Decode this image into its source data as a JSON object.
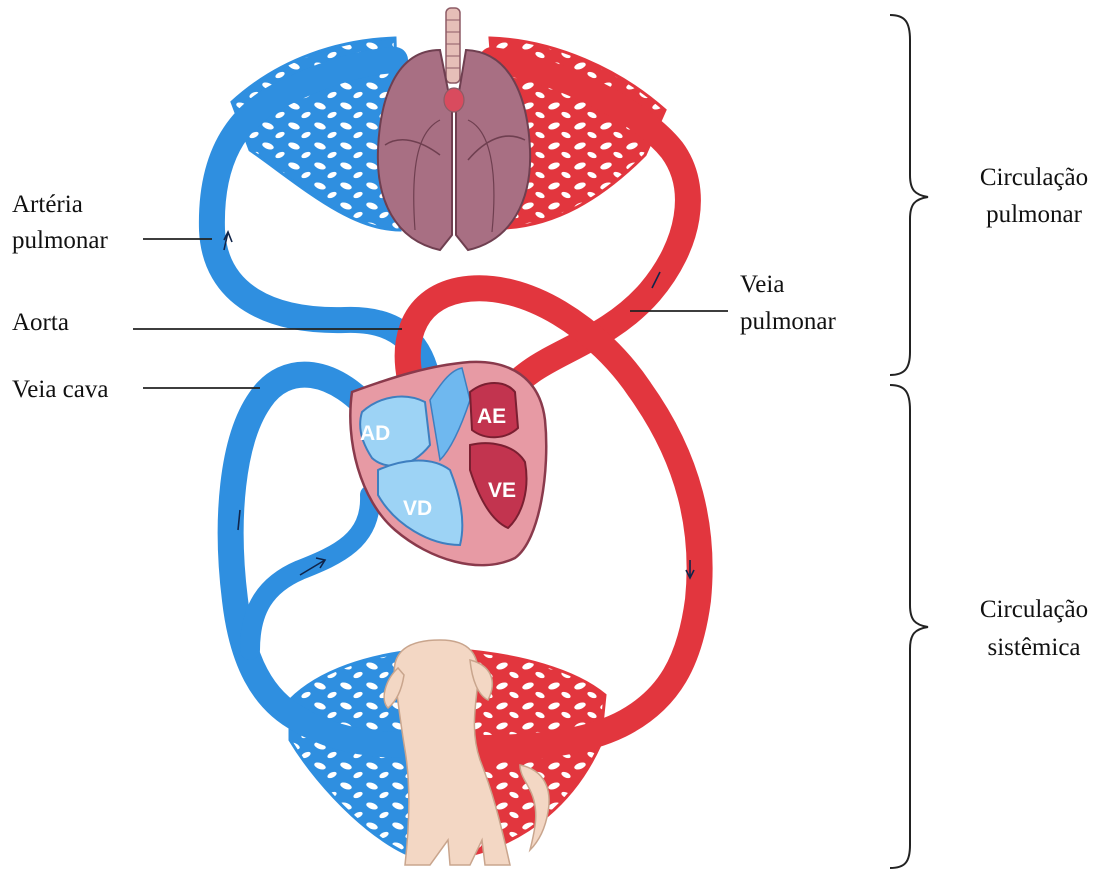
{
  "colors": {
    "venous_blue": "#2f8fe0",
    "arterial_red": "#e2363e",
    "lung_mauve": "#a86f83",
    "heart_pink": "#e79aa4",
    "dog_beige": "#f3d7c4",
    "chamber_light_blue": "#9dd3f5",
    "chamber_dark_red": "#c2344f"
  },
  "icons": [
    "lungs-icon",
    "heart-icon",
    "dog-icon"
  ],
  "labels": {
    "arteria_line1": "Artéria",
    "arteria_line2": "pulmonar",
    "aorta": "Aorta",
    "veia_cava": "Veia cava",
    "veia_pulmonar_line1": "Veia",
    "veia_pulmonar_line2": "pulmonar"
  },
  "chambers": {
    "ad": "AD",
    "vd": "VD",
    "ae": "AE",
    "ve": "VE"
  },
  "groups": {
    "pulmonar_line1": "Circulação",
    "pulmonar_line2": "pulmonar",
    "sistemica_line1": "Circulação",
    "sistemica_line2": "sistêmica"
  }
}
